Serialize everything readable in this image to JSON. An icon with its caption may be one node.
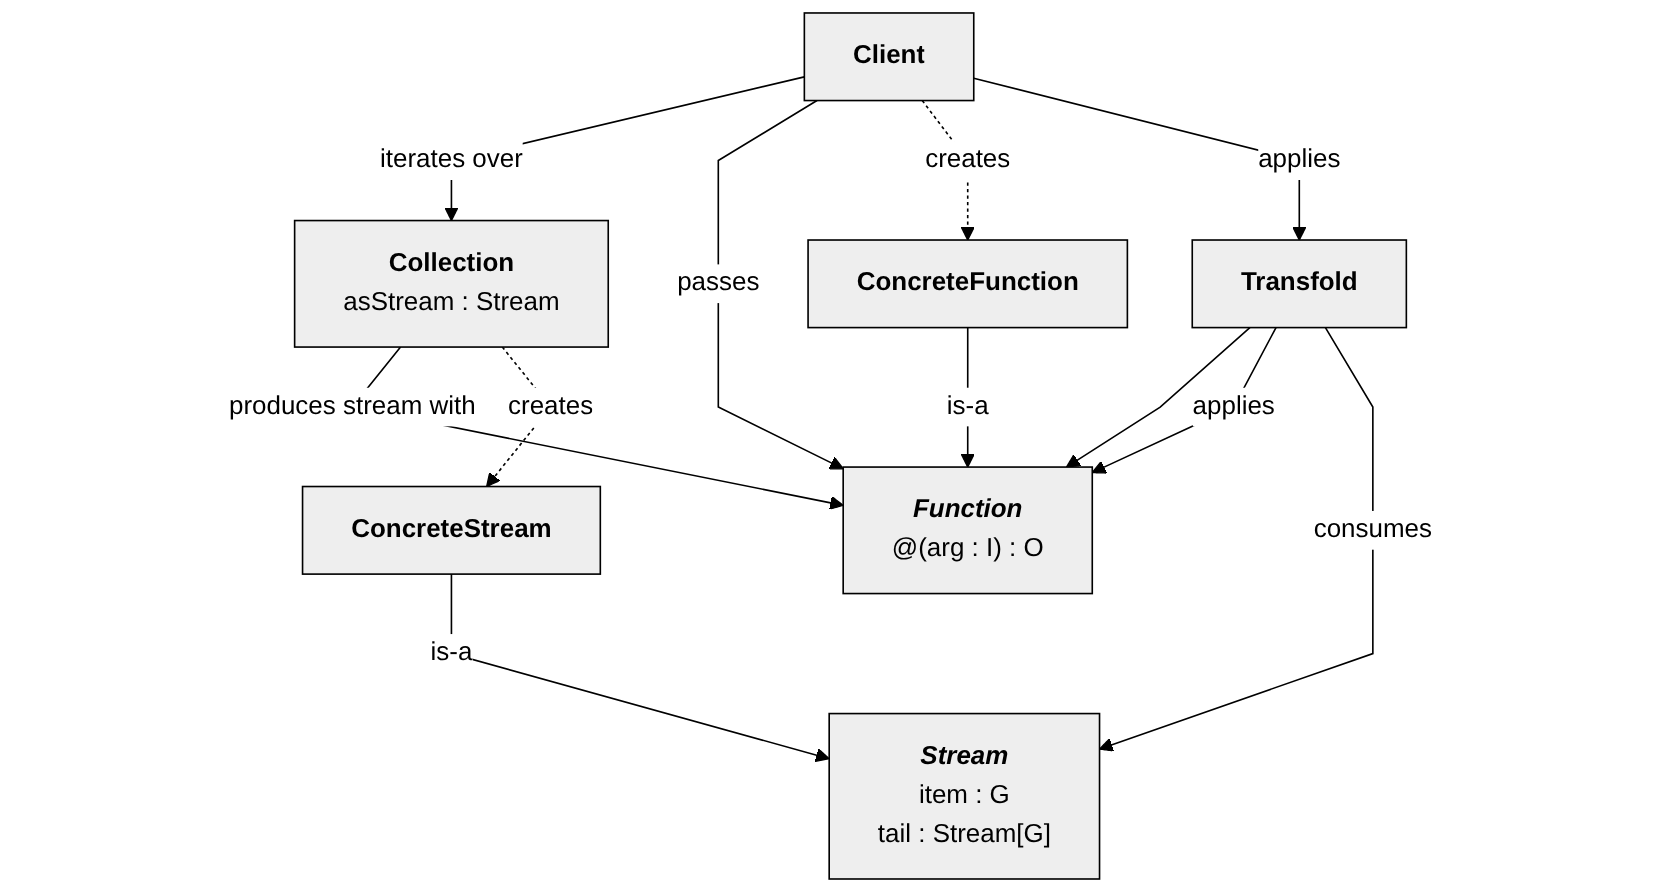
{
  "diagram": {
    "nodes": [
      {
        "text": [
          "Client"
        ]
      },
      {
        "text": [
          "Collection",
          "asStream : Stream"
        ]
      },
      {
        "text": [
          "Function",
          "@(arg : I) : O"
        ]
      },
      {
        "text": [
          "Stream",
          "item : G",
          "tail : Stream[G]"
        ]
      },
      {
        "text": [
          "ConcreteFunction"
        ]
      },
      {
        "text": [
          "Transfold"
        ]
      },
      {
        "text": [
          "ConcreteStream"
        ]
      }
    ],
    "edges": [
      {
        "from": 0,
        "to": 1,
        "arrow": "to",
        "label": "iterates over"
      },
      {
        "from": 0,
        "to": 2,
        "arrow": "to",
        "label": "passes"
      },
      {
        "from": 1,
        "to": 2,
        "arrow": "to",
        "label": "produces stream with"
      },
      {
        "from": 0,
        "to": 4,
        "arrow": "to",
        "label": "creates",
        "style": "dashed"
      },
      {
        "from": 0,
        "to": 5,
        "arrow": "to",
        "label": "applies"
      },
      {
        "from": 4,
        "to": 2,
        "arrow": "to",
        "label": "is-a"
      },
      {
        "from": 5,
        "to": 2,
        "arrow": "to"
      },
      {
        "from": 5,
        "to": 2,
        "arrow": "to",
        "label": "applies"
      },
      {
        "from": 5,
        "to": 3,
        "arrow": "to",
        "label": "consumes"
      },
      {
        "from": 1,
        "to": 6,
        "arrow": "to",
        "label": "creates",
        "style": "dashed"
      },
      {
        "from": 6,
        "to": 3,
        "arrow": "to",
        "label": "is-a"
      }
    ]
  }
}
